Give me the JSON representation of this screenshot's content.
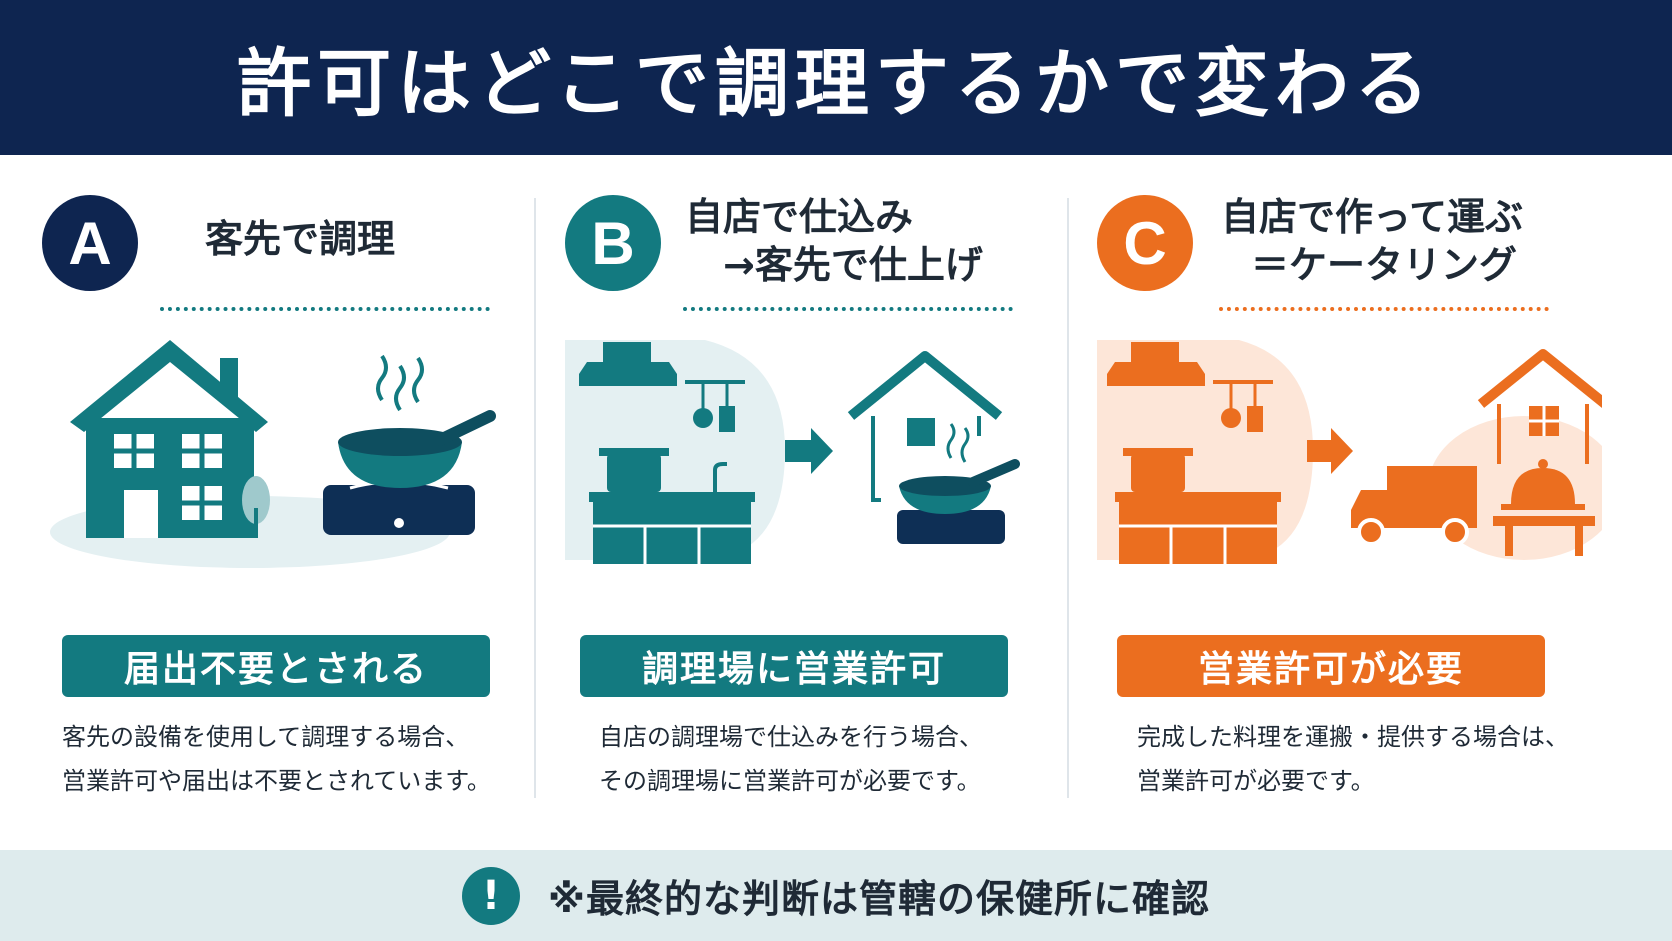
{
  "title": "許可はどこで調理するかで変わる",
  "colors": {
    "navy": "#0e2550",
    "teal": "#137a80",
    "orange": "#eb6e1f"
  },
  "columns": [
    {
      "badge": "A",
      "title_lines": [
        "客先で調理"
      ],
      "label": "届出不要とされる",
      "desc_lines": [
        "客先の設備を使用して調理する場合、",
        "営業許可や届出は不要とされています。"
      ],
      "icons": [
        "house-icon",
        "frying-pan-icon",
        "stove-icon",
        "tree-icon"
      ]
    },
    {
      "badge": "B",
      "title_lines": [
        "自店で仕込み",
        "→客先で仕上げ"
      ],
      "label": "調理場に営業許可",
      "desc_lines": [
        "自店の調理場で仕込みを行う場合、",
        "その調理場に営業許可が必要です。"
      ],
      "icons": [
        "kitchen-icon",
        "arrow-right-icon",
        "house-outline-icon",
        "frying-pan-icon"
      ]
    },
    {
      "badge": "C",
      "title_lines": [
        "自店で作って運ぶ",
        "＝ケータリング"
      ],
      "label": "営業許可が必要",
      "desc_lines": [
        "完成した料理を運搬・提供する場合は、",
        "営業許可が必要です。"
      ],
      "icons": [
        "kitchen-icon",
        "arrow-right-icon",
        "truck-icon",
        "house-outline-icon",
        "cloche-icon"
      ]
    }
  ],
  "footer": {
    "icon": "exclamation-icon",
    "text": "※最終的な判断は管轄の保健所に確認"
  }
}
